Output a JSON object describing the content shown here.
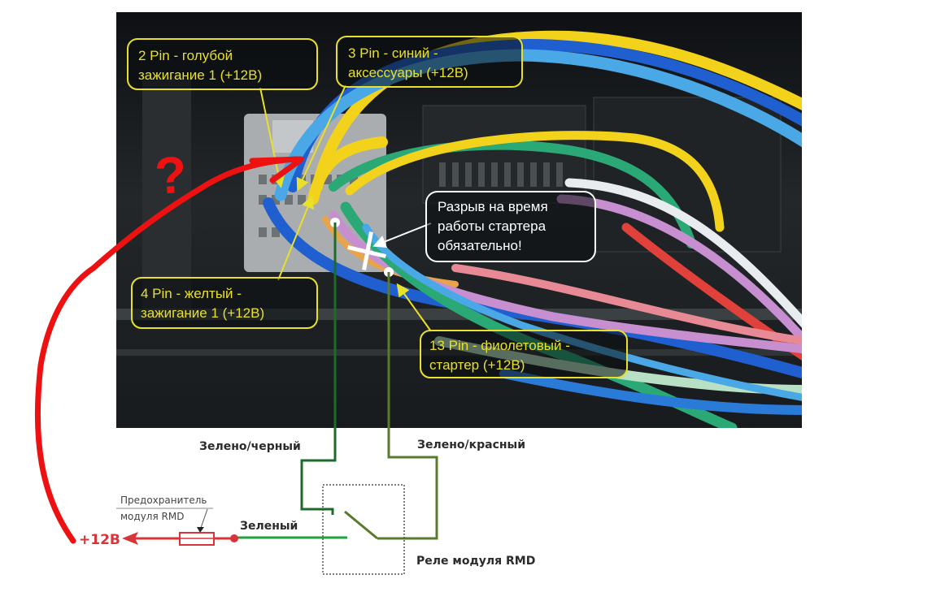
{
  "colors": {
    "photo_bg": "#15181a",
    "callout_yellow": "#e8e02a",
    "callout_white": "#ffffff",
    "annotation_red": "#ee1111",
    "schematic_red": "#d9343a",
    "wire_green": "#22a23f",
    "wire_dark_green": "#1d6b2b",
    "wire_olive_green": "#5a7a2c",
    "relay_box": "#555555",
    "text_dark": "#2b2b2b"
  },
  "photo": {
    "description": "Connector harness photo with colored wires",
    "wires": [
      {
        "name": "light-blue-wire",
        "color": "#4aa8e6"
      },
      {
        "name": "blue-wire",
        "color": "#1f5fcf"
      },
      {
        "name": "yellow-wire",
        "color": "#f2d21a"
      },
      {
        "name": "green-wire",
        "color": "#2aa876"
      },
      {
        "name": "violet-wire",
        "color": "#c78fd0"
      },
      {
        "name": "white-wire",
        "color": "#e8ecef"
      },
      {
        "name": "pink-wire",
        "color": "#e88a95"
      },
      {
        "name": "red-wire",
        "color": "#e0413a"
      },
      {
        "name": "pale-green-wire",
        "color": "#b8e0c4"
      },
      {
        "name": "orange-wire",
        "color": "#e8a44a"
      }
    ]
  },
  "callouts": {
    "pin2": {
      "line1": "2 Pin  - голубой",
      "line2": "зажигание 1 (+12В)"
    },
    "pin3": {
      "line1": "3 Pin - синий -",
      "line2": "аксессуары (+12В)"
    },
    "pin4": {
      "line1": "4 Pin - желтый -",
      "line2": "зажигание 1 (+12В)"
    },
    "pin13": {
      "line1": "13 Pin - фиолетовый -",
      "line2": "стартер (+12В)"
    },
    "break_note": {
      "line1": "Разрыв на время",
      "line2": "работы стартера",
      "line3": "обязательно!"
    }
  },
  "annotation": {
    "question_mark": "?"
  },
  "schematic": {
    "wire_green_black": "Зелено/черный",
    "wire_green_red": "Зелено/красный",
    "wire_green": "Зеленый",
    "fuse_label_line1": "Предохранитель",
    "fuse_label_line2": "модуля RMD",
    "power_label": "+12В",
    "relay_label": "Реле модуля RMD"
  }
}
